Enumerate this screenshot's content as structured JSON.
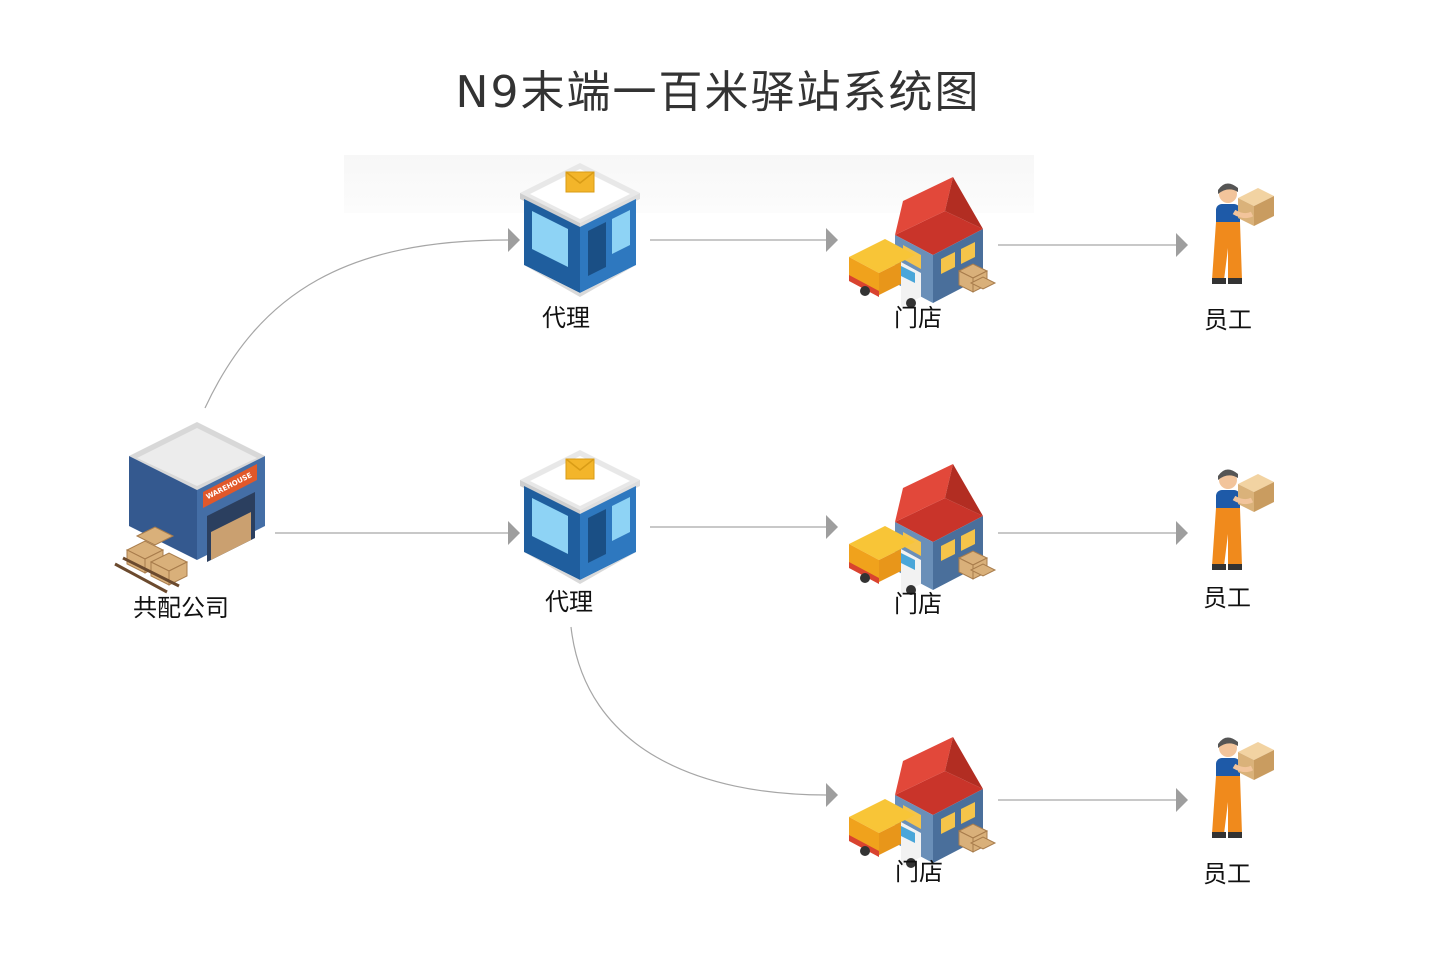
{
  "title": "N9末端一百米驿站系统图",
  "nodes": {
    "company": {
      "label": "共配公司",
      "icon": "warehouse-icon",
      "sign": "WAREHOUSE"
    },
    "agent_top": {
      "label": "代理",
      "icon": "agent-shop-icon"
    },
    "agent_mid": {
      "label": "代理",
      "icon": "agent-shop-icon"
    },
    "store_top": {
      "label": "门店",
      "icon": "store-house-icon"
    },
    "store_mid": {
      "label": "门店",
      "icon": "store-house-icon"
    },
    "store_bot": {
      "label": "门店",
      "icon": "store-house-icon"
    },
    "staff_top": {
      "label": "员工",
      "icon": "courier-icon"
    },
    "staff_mid": {
      "label": "员工",
      "icon": "courier-icon"
    },
    "staff_bot": {
      "label": "员工",
      "icon": "courier-icon"
    }
  },
  "edges": [
    {
      "from": "company",
      "to": "agent_top"
    },
    {
      "from": "company",
      "to": "agent_mid"
    },
    {
      "from": "agent_top",
      "to": "store_top"
    },
    {
      "from": "agent_mid",
      "to": "store_mid"
    },
    {
      "from": "agent_mid",
      "to": "store_bot"
    },
    {
      "from": "store_top",
      "to": "staff_top"
    },
    {
      "from": "store_mid",
      "to": "staff_mid"
    },
    {
      "from": "store_bot",
      "to": "staff_bot"
    }
  ],
  "colors": {
    "connector": "#a6a6a6",
    "arrowhead": "#9e9e9e",
    "building_blue": "#2f73b5",
    "roof_red": "#d9432f",
    "wall_orange": "#f5a623",
    "uniform_orange": "#f08a1c"
  }
}
